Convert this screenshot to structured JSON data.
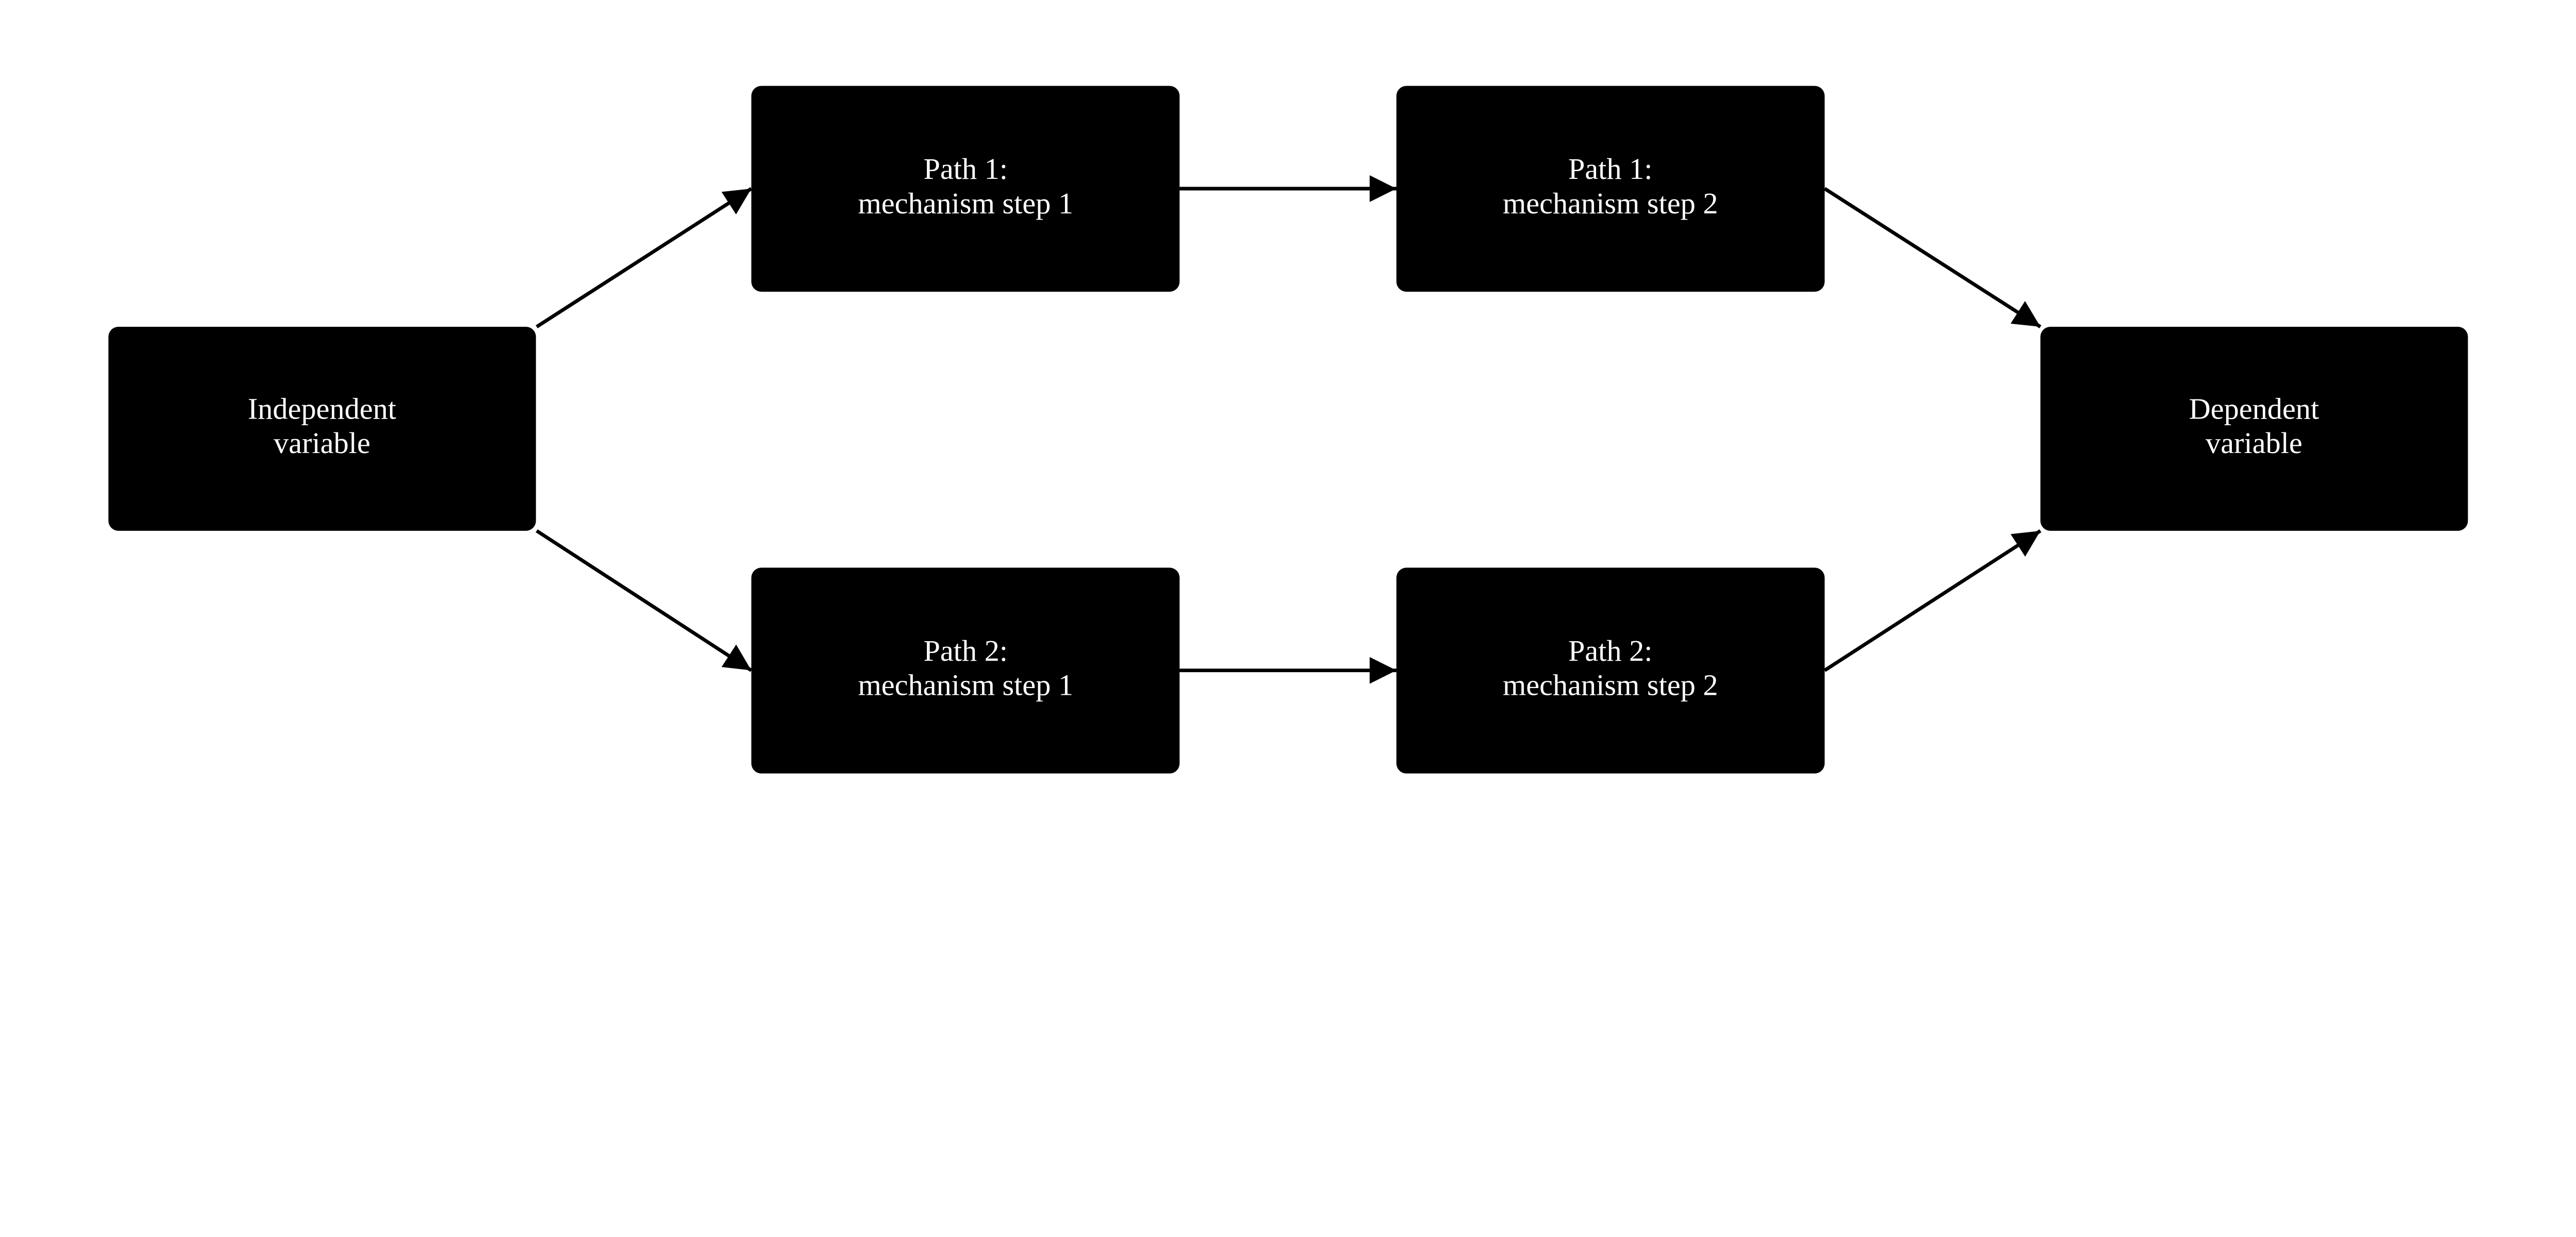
{
  "colors": {
    "node_fill": "#000000",
    "node_text": "#ffffff",
    "edge": "#000000",
    "background": "#ffffff"
  },
  "nodes": {
    "independent": {
      "line1": "Independent",
      "line2": "variable"
    },
    "p1s1": {
      "line1": "Path 1:",
      "line2": "mechanism step 1"
    },
    "p1s2": {
      "line1": "Path 1:",
      "line2": "mechanism step 2"
    },
    "p2s1": {
      "line1": "Path 2:",
      "line2": "mechanism step 1"
    },
    "p2s2": {
      "line1": "Path 2:",
      "line2": "mechanism step 2"
    },
    "dependent": {
      "line1": "Dependent",
      "line2": "variable"
    }
  },
  "edges": [
    {
      "from": "independent",
      "to": "p1s1"
    },
    {
      "from": "p1s1",
      "to": "p1s2"
    },
    {
      "from": "p1s2",
      "to": "dependent"
    },
    {
      "from": "independent",
      "to": "p2s1"
    },
    {
      "from": "p2s1",
      "to": "p2s2"
    },
    {
      "from": "p2s2",
      "to": "dependent"
    }
  ]
}
